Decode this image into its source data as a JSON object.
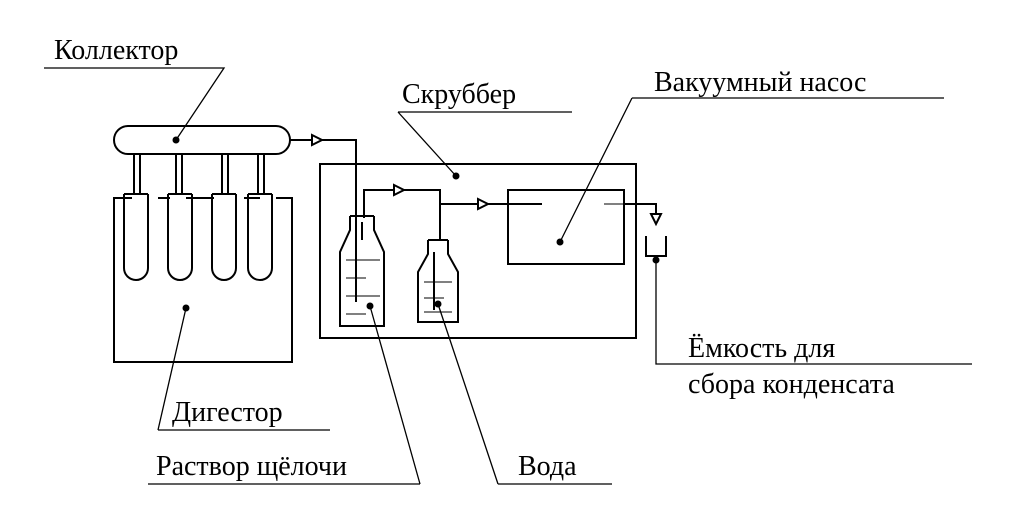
{
  "labels": {
    "collector": "Коллектор",
    "scrubber": "Скруббер",
    "vacuum_pump": "Вакуумный насос",
    "digester": "Дигестор",
    "alkali_solution": "Раствор щёлочи",
    "water": "Вода",
    "condensate_line1": "Ёмкость для",
    "condensate_line2": "сбора конденсата"
  }
}
